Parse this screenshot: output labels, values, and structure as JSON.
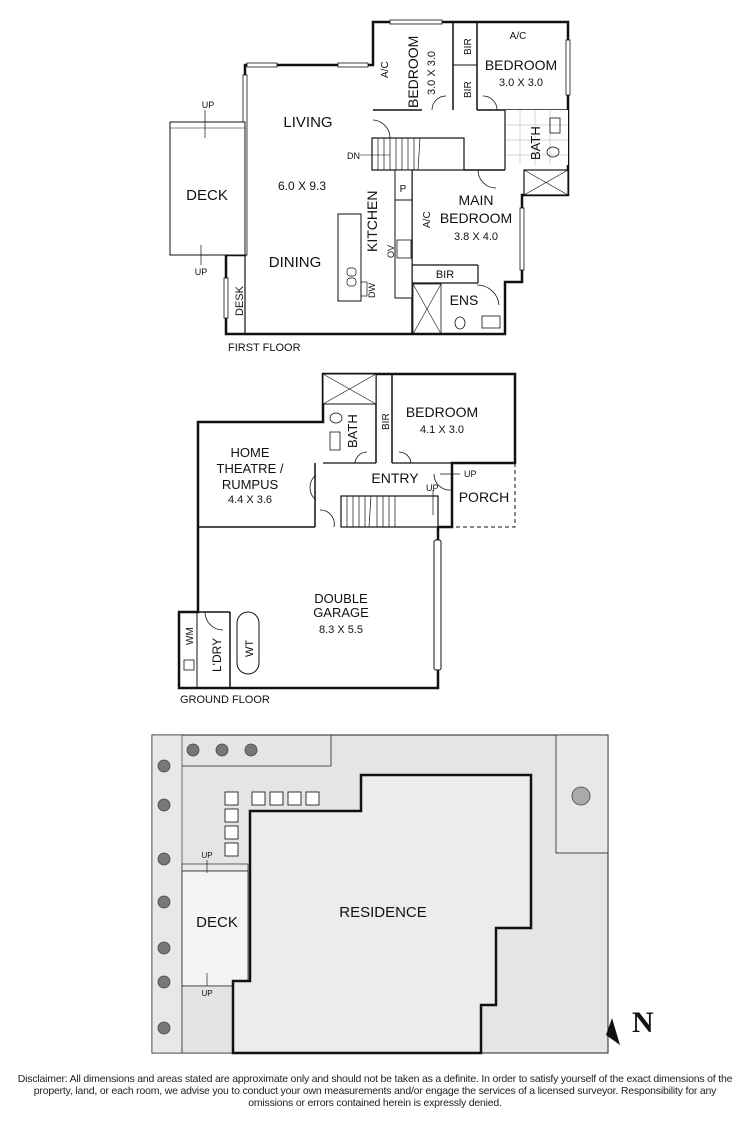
{
  "first_floor": {
    "title": "FIRST FLOOR",
    "rooms": {
      "bedroom_west": {
        "name": "BEDROOM",
        "size": "3.0 X 3.0"
      },
      "bedroom_east": {
        "name": "BEDROOM",
        "size": "3.0 X 3.0"
      },
      "living": {
        "name": "LIVING",
        "size": "6.0 X 9.3"
      },
      "dining": {
        "name": "DINING"
      },
      "kitchen": {
        "name": "KITCHEN"
      },
      "main_bedroom": {
        "name": "MAIN BEDROOM",
        "name_line1": "MAIN",
        "name_line2": "BEDROOM",
        "size": "3.8 X 4.0"
      },
      "deck": {
        "name": "DECK"
      },
      "desk": {
        "name": "DESK"
      },
      "bath": {
        "name": "BATH"
      },
      "ens": {
        "name": "ENS"
      }
    },
    "fixtures": {
      "bir_1": "BIR",
      "bir_2": "BIR",
      "bir_3": "BIR",
      "ac_1": "A/C",
      "ac_2": "A/C",
      "ac_3": "A/C",
      "pantry": "P",
      "oven": "OV",
      "dishwasher": "DW"
    },
    "arrows": {
      "up_1": "UP",
      "up_2": "UP",
      "dn": "DN"
    }
  },
  "ground_floor": {
    "title": "GROUND FLOOR",
    "rooms": {
      "bedroom": {
        "name": "BEDROOM",
        "size": "4.1 X 3.0"
      },
      "home_theatre": {
        "name_line1": "HOME",
        "name_line2": "THEATRE /",
        "name_line3": "RUMPUS",
        "size": "4.4 X 3.6"
      },
      "entry": {
        "name": "ENTRY"
      },
      "porch": {
        "name": "PORCH"
      },
      "bath": {
        "name": "BATH"
      },
      "garage": {
        "name_line1": "DOUBLE",
        "name_line2": "GARAGE",
        "size": "8.3 X 5.5"
      },
      "laundry": {
        "name": "L'DRY"
      }
    },
    "fixtures": {
      "bir": "BIR",
      "wm": "WM",
      "wt": "WT"
    },
    "arrows": {
      "up_1": "UP",
      "up_2": "UP"
    }
  },
  "site_plan": {
    "residence": "RESIDENCE",
    "deck": "DECK",
    "up_1": "UP",
    "up_2": "UP"
  },
  "compass": {
    "north_label": "N"
  },
  "disclaimer": "Disclaimer: All dimensions and areas stated are approximate only and should not be taken as a definite. In order to satisfy yourself of the exact dimensions of the property, land, or each room, we advise you to conduct your own measurements and/or engage the services of a licensed surveyor. Responsibility for any omissions or errors contained herein is expressly denied.",
  "colors": {
    "wall": "#111111",
    "site_fill": "#e6e6e6",
    "residence_fill": "#ececec",
    "deck_fill": "#f4f4f4"
  }
}
